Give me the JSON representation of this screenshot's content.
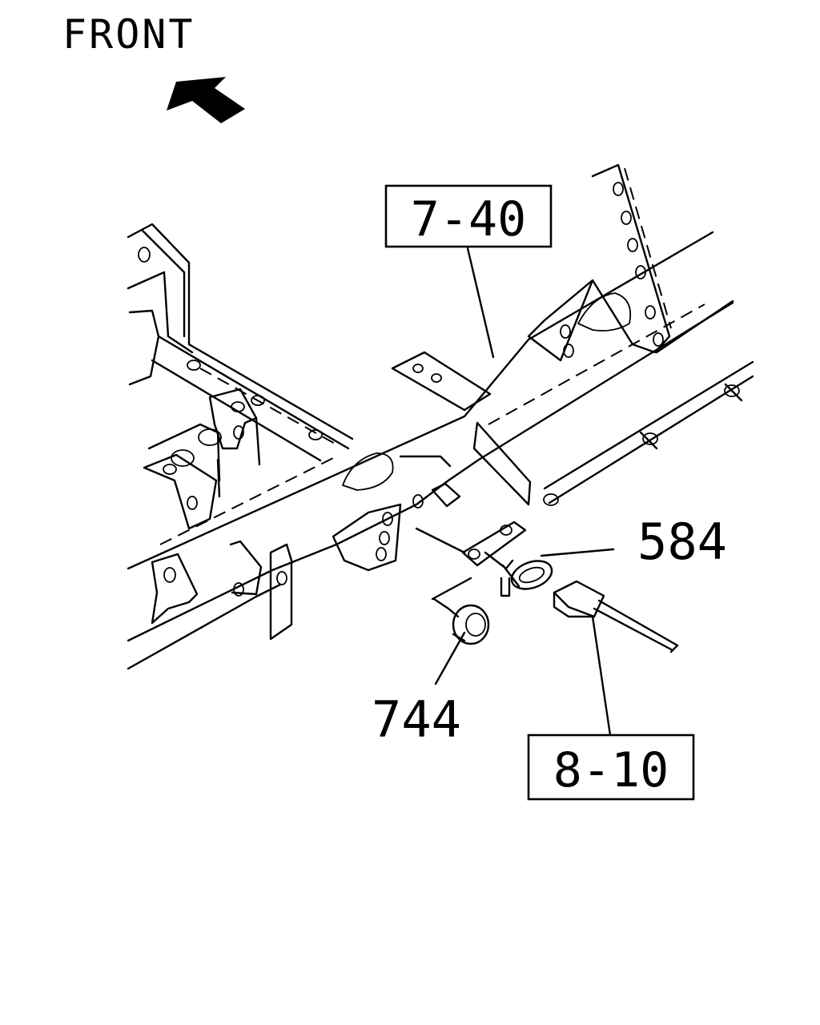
{
  "orientation_label": "FRONT",
  "direction_icon": "arrow-front-icon",
  "callouts": [
    {
      "text": "7-40",
      "boxed": true
    },
    {
      "text": "584",
      "boxed": false
    },
    {
      "text": "744",
      "boxed": false
    },
    {
      "text": "8-10",
      "boxed": true
    }
  ]
}
